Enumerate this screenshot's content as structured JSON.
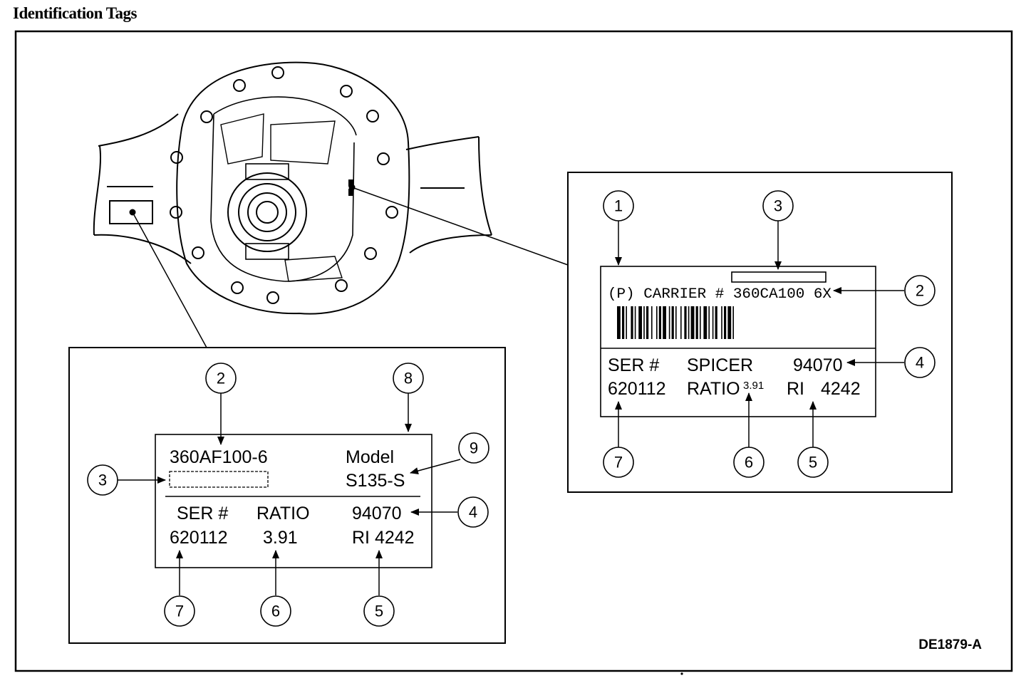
{
  "page_title": "Identification Tags",
  "figure_code": "DE1879-A",
  "tag_left": {
    "part_number": "360AF100-6",
    "model_label": "Model",
    "model_value": "S135-S",
    "ser_label": "SER #",
    "ser_value": "620112",
    "ratio_label": "RATIO",
    "ratio_value": "3.91",
    "code": "94070",
    "ri": "RI 4242",
    "callouts": {
      "part": "2",
      "model": "8",
      "model_value": "9",
      "bar": "3",
      "code": "4",
      "ser": "7",
      "ratio": "6",
      "ri": "5"
    }
  },
  "tag_right": {
    "carrier_line": "(P) CARRIER # 360CA100 6X",
    "ser_label": "SER #",
    "ser_value": "620112",
    "maker": "SPICER",
    "code": "94070",
    "ratio_label": "RATIO",
    "ratio_value": "3.91",
    "ri_label": "RI",
    "ri_value": "4242",
    "callouts": {
      "tag": "1",
      "bar": "3",
      "carrier": "2",
      "code": "4",
      "ser": "7",
      "ratio": "6",
      "ri": "5"
    }
  }
}
